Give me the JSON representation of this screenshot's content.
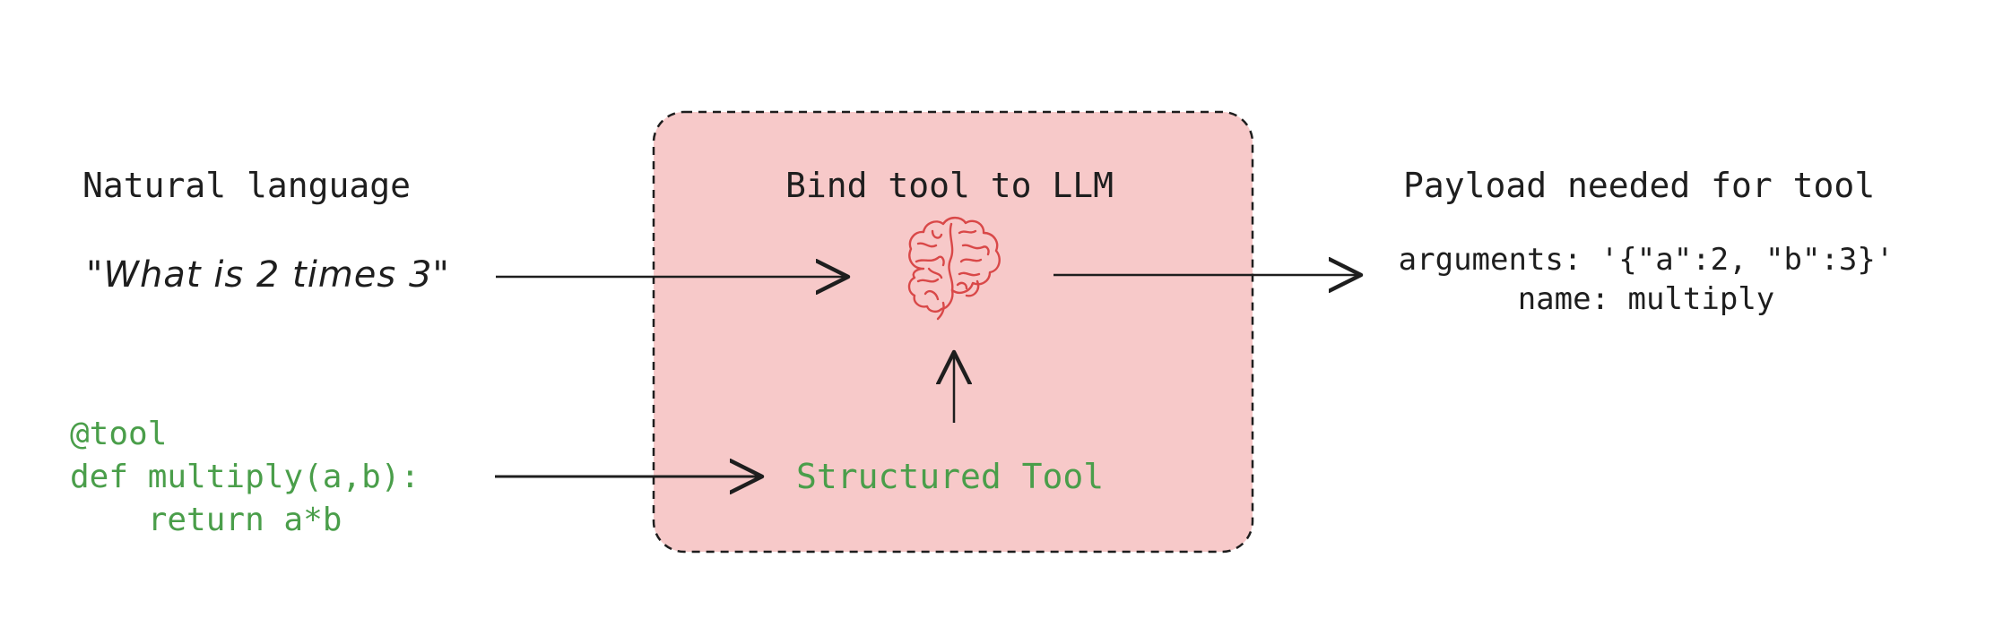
{
  "colors": {
    "box_fill": "#f7c9c9",
    "box_stroke": "#1e1e1e",
    "text": "#1e1e1e",
    "code_green": "#4a9e4a",
    "brain_red": "#d94848"
  },
  "left": {
    "heading": "Natural language",
    "query": "\"What is 2 times 3\"",
    "code_lines": [
      "@tool",
      "def multiply(a,b):",
      "    return a*b"
    ]
  },
  "center": {
    "heading": "Bind tool to LLM",
    "icon": "brain-icon",
    "tool_label": "Structured Tool"
  },
  "right": {
    "heading": "Payload needed for tool",
    "payload_lines": [
      "arguments: '{\"a\":2, \"b\":3}'",
      "name: multiply"
    ]
  }
}
